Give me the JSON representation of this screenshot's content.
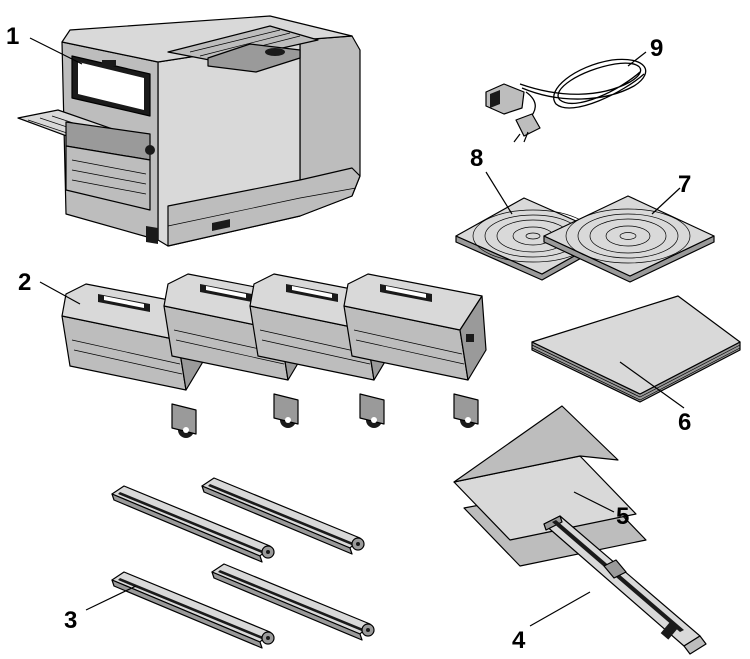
{
  "callouts": {
    "printer": "1",
    "print_cartridges": "2",
    "photodeveloper_cartridges": "3",
    "waste_toner_bottle": "4",
    "setup_sheets": "5",
    "setup_guide": "6",
    "publications_cd": "7",
    "drivers_cd": "8",
    "power_cord": "9"
  }
}
